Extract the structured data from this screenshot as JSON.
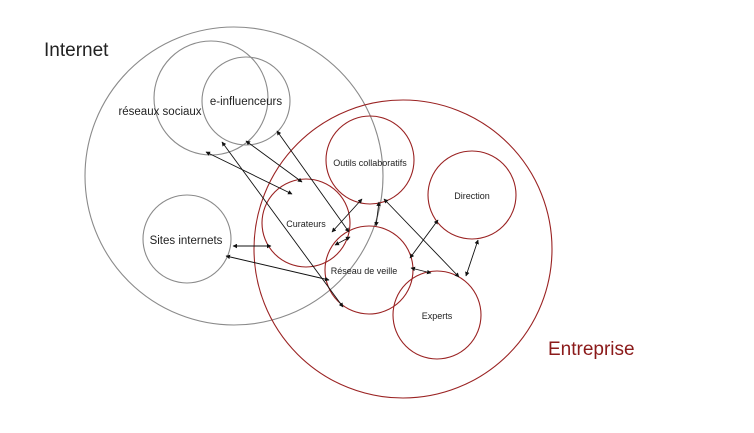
{
  "labels": {
    "internet": "Internet",
    "entreprise": "Entreprise",
    "reseaux_sociaux": "réseaux sociaux",
    "e_influenceurs": "e-influenceurs",
    "sites_internets": "Sites internets",
    "curateurs": "Curateurs",
    "outils_collaboratifs": "Outils collaboratifs",
    "reseau_de_veille": "Réseau de veille",
    "direction": "Direction",
    "experts": "Experts"
  },
  "colors": {
    "internet_outline": "#8a8a8a",
    "entreprise_outline": "#9a2222",
    "entreprise_label": "#8b1a1a",
    "arrows": "#111111"
  }
}
